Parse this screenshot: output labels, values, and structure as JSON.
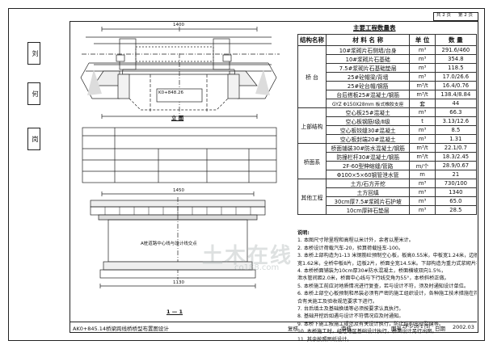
{
  "sheet": {
    "page_total": "共 2 页",
    "page_current": "第 2 页"
  },
  "side_labels": [
    "刘",
    "何",
    "岗"
  ],
  "table": {
    "title": "主要工程数量表",
    "headers": [
      "结构名称",
      "材  料  名  称",
      "单 位",
      "数  量"
    ],
    "rows": [
      {
        "group": "",
        "material": "10#浆砌片石侧墙/台身",
        "unit": "m³",
        "qty": "291.6/460"
      },
      {
        "group": "",
        "material": "10#浆砌片石基础",
        "unit": "m³",
        "qty": "354.8"
      },
      {
        "group": "",
        "material": "7.5#浆砌片石基础垫层",
        "unit": "m³",
        "qty": "118.5"
      },
      {
        "group": "",
        "material": "25#砼帽梁/背墙",
        "unit": "m³",
        "qty": "17.0/26.6"
      },
      {
        "group": "桥 台",
        "material": "25#砼台帽/钢筋",
        "unit": "m³/t",
        "qty": "16.4/0.76"
      },
      {
        "group": "",
        "material": "台后搭板25#混凝土/钢筋",
        "unit": "m³/t",
        "qty": "138.4/8.84"
      },
      {
        "group": "",
        "material": "GYZ Φ150X28mm 板式橡胶支座",
        "unit": "套",
        "qty": "44"
      },
      {
        "group": "",
        "material": "空心板25#混凝土",
        "unit": "m³",
        "qty": "66.3"
      },
      {
        "group": "上部结构",
        "material": "空心板钢筋Ⅰ级/Ⅱ级",
        "unit": "t",
        "qty": "3.13/12.6"
      },
      {
        "group": "",
        "material": "空心板铰缝30#混凝土",
        "unit": "m³",
        "qty": "8.5"
      },
      {
        "group": "",
        "material": "空心板封端20#混凝土",
        "unit": "m³",
        "qty": "1.31"
      },
      {
        "group": "",
        "material": "桥面铺装30#防水混凝土/钢筋",
        "unit": "m³/t",
        "qty": "22.1/0.7"
      },
      {
        "group": "桥面系",
        "material": "防撞栏杆30#混凝土/钢筋",
        "unit": "m³/t",
        "qty": "18.3/2.45"
      },
      {
        "group": "",
        "material": "2F-60型伸缩缝/管路",
        "unit": "m/个",
        "qty": "28.9/0.67"
      },
      {
        "group": "",
        "material": "Φ100×5×60钢管泄水管",
        "unit": "m",
        "qty": "21"
      },
      {
        "group": "",
        "material": "土方/石方开挖",
        "unit": "m³",
        "qty": "730/100"
      },
      {
        "group": "其他工程",
        "material": "土方回填",
        "unit": "m³",
        "qty": "1340"
      },
      {
        "group": "",
        "material": "30cm厚7.5#浆砌片石护坡",
        "unit": "m³",
        "qty": "65.0"
      },
      {
        "group": "",
        "material": "10cm厚碎石垫层",
        "unit": "m³",
        "qty": "28.5"
      }
    ]
  },
  "notes": {
    "heading": "说明:",
    "items": [
      "1. 本图尺寸除里程和高程以米计外，余者以厘米计。",
      "2. 本桥设计荷载汽车-20，验算荷载挂车-100。",
      "3. 本桥上部构造为1-13 米钢筋砼预制空心板，板高0.55米，中板宽1.24米，边板",
      "宽1.62米，全桥中板8片，边板2片，桥面全宽14.5米。下部构造为重力式浆砌片石。",
      "4. 本桥桥面铺装为10cm厚30#防水混凝土，桥面横坡双向1.5%，",
      "泄水管间距2.0米，桥面中心线与下行线交角为55°，本桥斜桥正做。",
      "5. 本桥施工前应对地质情况进行复查，若与设计不符，须及时通知设计单位。",
      "6. 本桥上部空心板预制和吊装必须有严密的施工组织设计，各种施工技术措施在符",
      "合有关施工及验收规范要求下进行。",
      "7. 台后填土及基础换填等必须按要求认真执行。",
      "8. 基础开挖后如遇与设计不符情况应及时通知。",
      "9. 本桥下施工按施工规范及有关设计执行，防止结构出现裂缝等。",
      "10. 本桥施工时，经过地区基础设计执行，桥面设计另行出图。",
      "11. 其余按照图纸设计。"
    ]
  },
  "drawing": {
    "elevation_title": "立 面",
    "section_title": "1 — 1",
    "elevation_dims": {
      "total": "1400"
    },
    "section_dims": {
      "width": "1450",
      "bottom": "1130"
    },
    "section_note": "A桩道路中心线与设计线交点",
    "sta_label": "K0+848.26"
  },
  "titleblock": {
    "title": "AK0+845.14桥梁跨线桥桥型布置图设计",
    "design": "复核",
    "check": "审核",
    "drawing_no_label": "图号",
    "drawing_no": "ZP-S-16-1 (S)",
    "date_label": "日期",
    "date": "2002.03"
  },
  "watermark": {
    "main": "土木在线",
    "sub": "co188.com"
  }
}
